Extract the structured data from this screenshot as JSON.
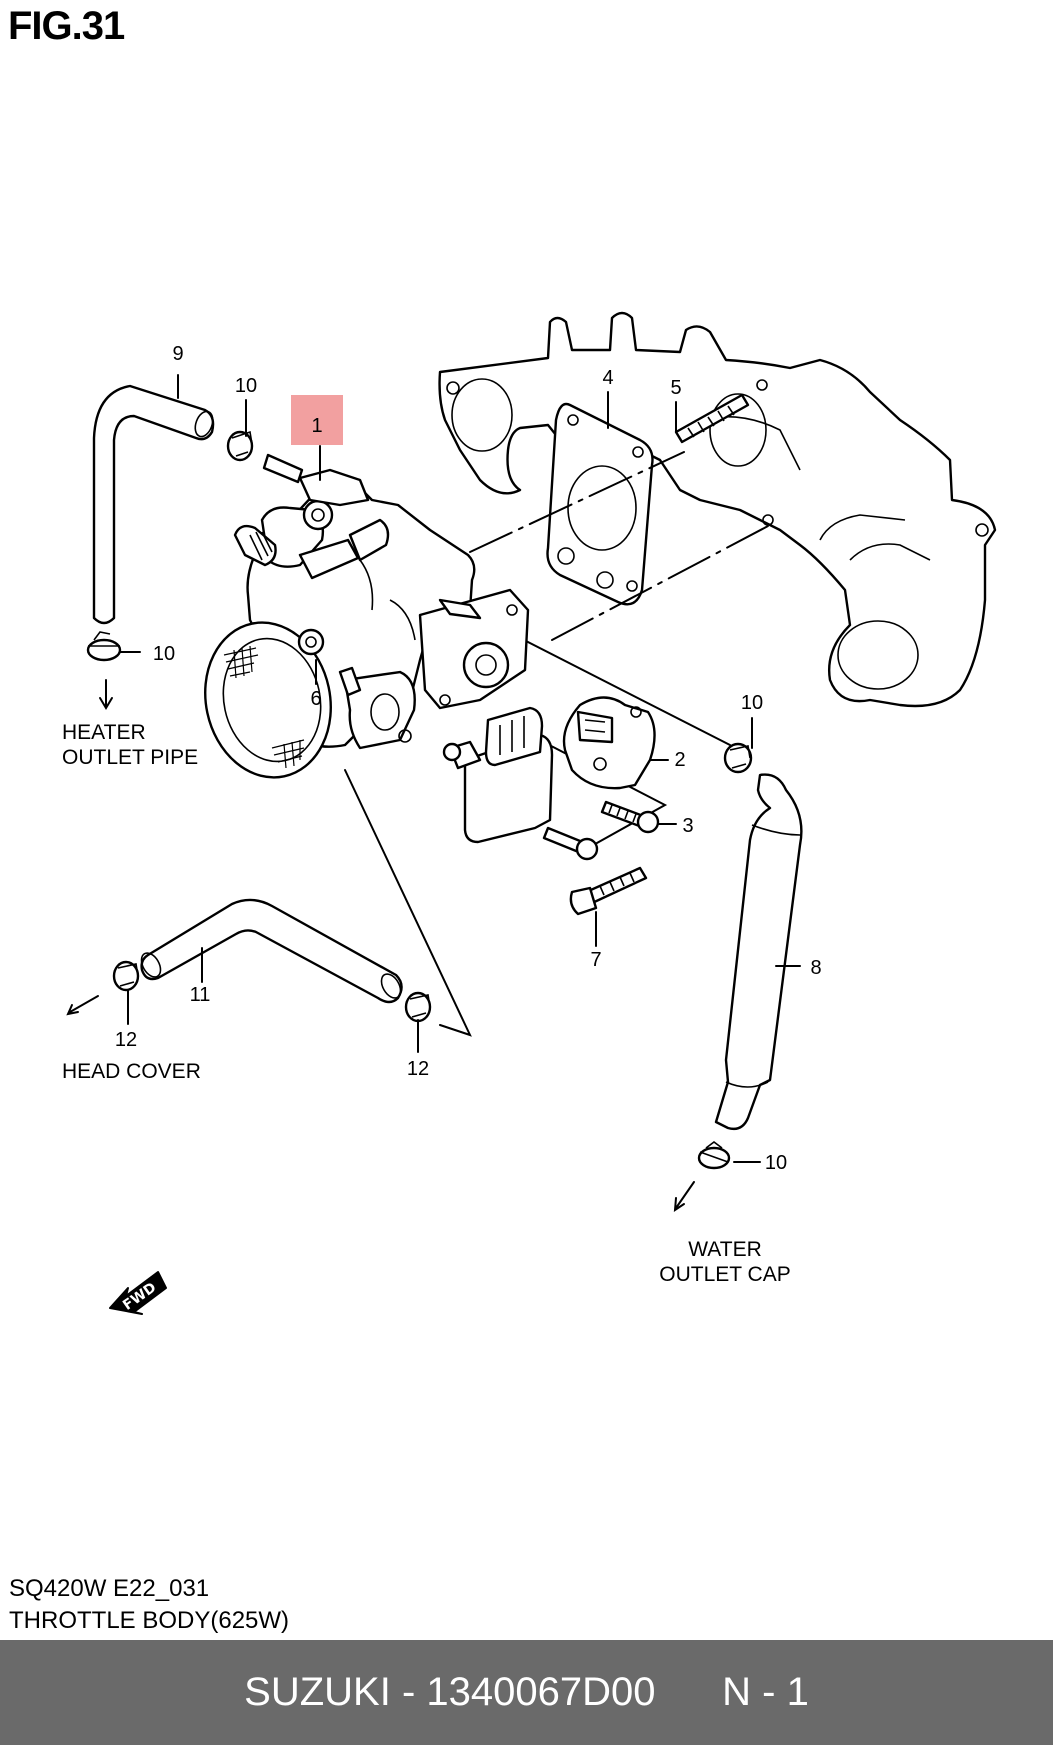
{
  "figure": {
    "title": "FIG.31",
    "highlight_color": "#f2a0a0",
    "callouts": {
      "c1": "1",
      "c2": "2",
      "c3": "3",
      "c4": "4",
      "c5": "5",
      "c6": "6",
      "c7": "7",
      "c8": "8",
      "c9": "9",
      "c10a": "10",
      "c10b": "10",
      "c10c": "10",
      "c10d": "10",
      "c11": "11",
      "c12a": "12",
      "c12b": "12"
    },
    "labels": {
      "heater_line1": "HEATER",
      "heater_line2": "OUTLET PIPE",
      "head_cover": "HEAD COVER",
      "water_line1": "WATER",
      "water_line2": "OUTLET CAP",
      "fwd": "FWD"
    }
  },
  "caption": {
    "code": "SQ420W E22_031",
    "name": "THROTTLE BODY(625W)"
  },
  "footer": {
    "text": "SUZUKI - 1340067D00      N - 1",
    "background": "#6a6a6a"
  }
}
